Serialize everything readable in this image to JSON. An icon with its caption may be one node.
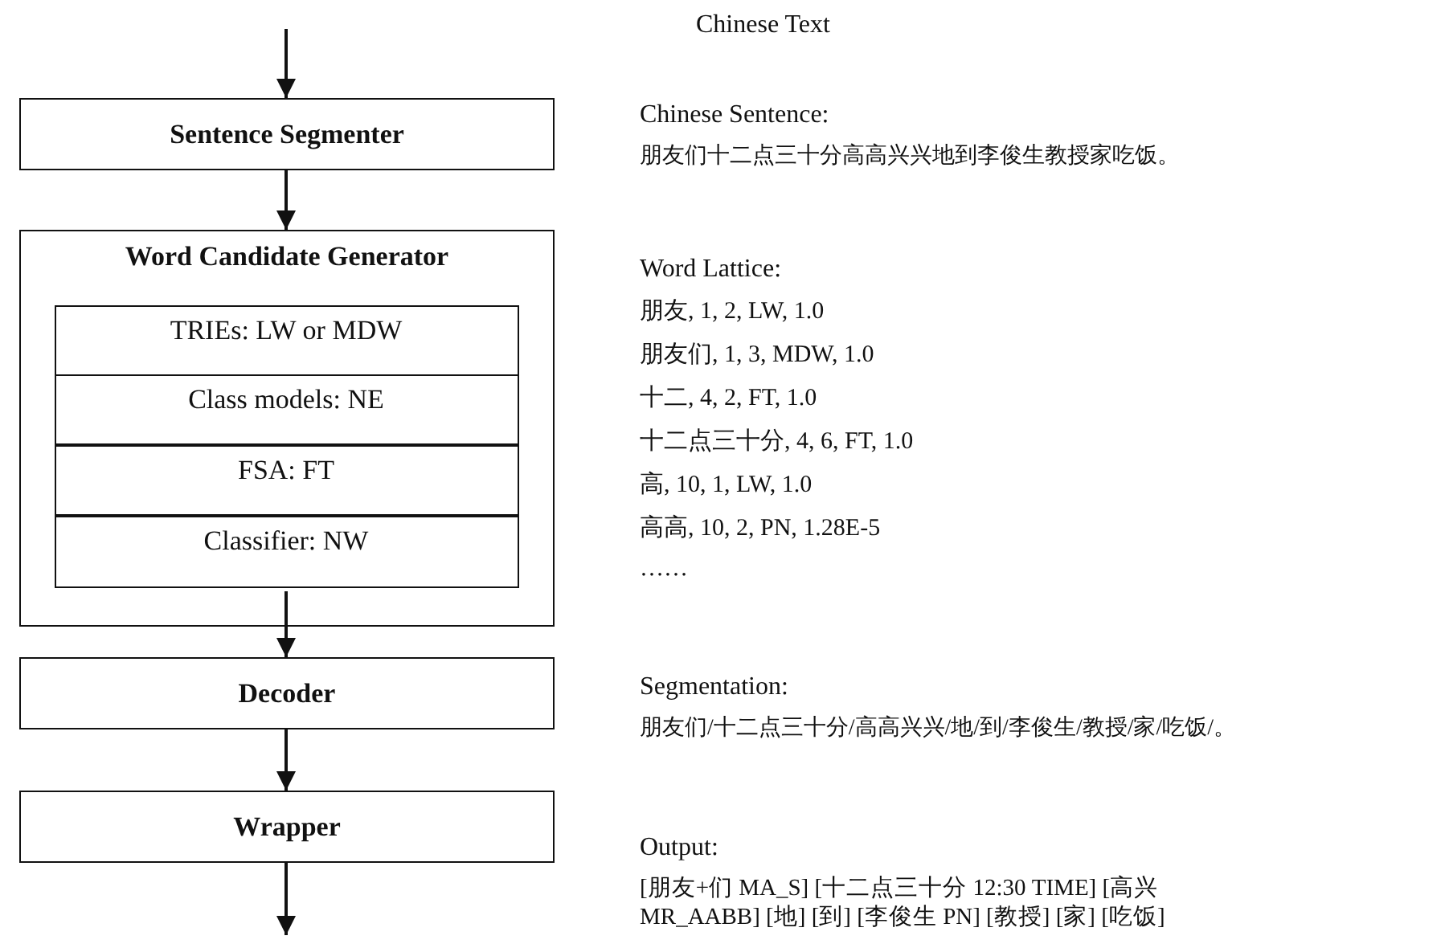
{
  "diagram": {
    "nodes": [
      {
        "text": [
          "Sentence Segmenter"
        ]
      },
      {
        "text": [
          "Word Candidate Generator"
        ]
      },
      {
        "text": [
          "TRIEs: LW or MDW"
        ],
        "in": 1
      },
      {
        "text": [
          "Class models: NE"
        ],
        "in": 1
      },
      {
        "text": [
          "FSA: FT"
        ],
        "in": 1
      },
      {
        "text": [
          "Classifier: NW"
        ],
        "in": 1
      },
      {
        "text": [
          "Decoder"
        ]
      },
      {
        "text": [
          "Wrapper"
        ]
      }
    ],
    "edges": [
      {
        "from": null,
        "to": 0,
        "arrow": "to"
      },
      {
        "from": 0,
        "to": 1,
        "arrow": "to"
      },
      {
        "from": 5,
        "to": 6,
        "arrow": "to"
      },
      {
        "from": 6,
        "to": 7,
        "arrow": "to"
      },
      {
        "from": 7,
        "to": null,
        "arrow": "to"
      }
    ],
    "labels": [
      "Chinese Text",
      "Chinese Sentence:",
      "朋友们十二点三十分高高兴兴地到李俊生教授家吃饭。",
      "Word Lattice:",
      "朋友, 1, 2, LW, 1.0",
      "朋友们, 1, 3, MDW, 1.0",
      "十二,  4, 2, FT, 1.0",
      "十二点三十分,  4, 6, FT, 1.0",
      "高, 10, 1, LW, 1.0",
      "高高, 10, 2, PN, 1.28E-5",
      "……",
      "Segmentation:",
      "朋友们/十二点三十分/高高兴兴/地/到/李俊生/教授/家/吃饭/。",
      "Output:",
      "[朋友+们 MA_S] [十二点三十分 12:30 TIME] [高兴 MR_AABB] [地] [到] [李俊生 PN] [教授] [家] [吃饭]"
    ]
  }
}
